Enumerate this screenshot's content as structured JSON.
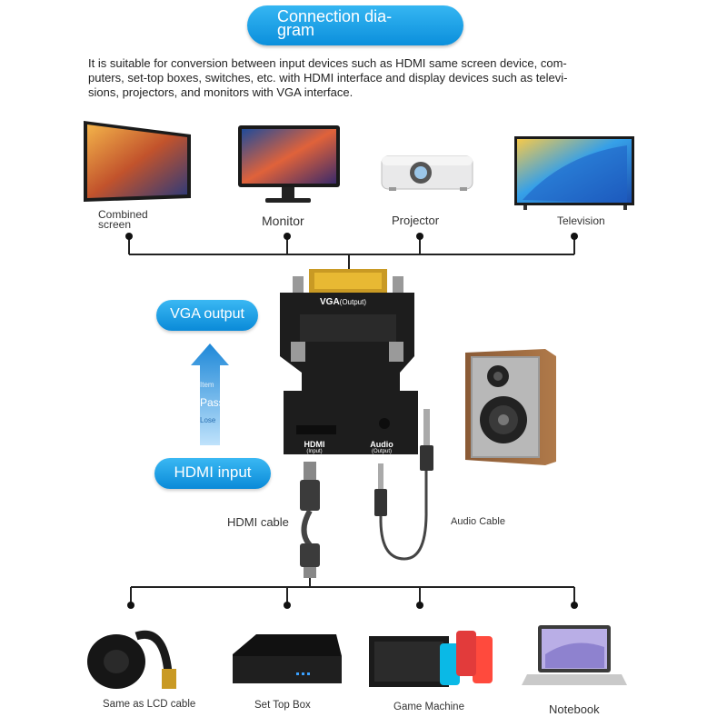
{
  "header": {
    "title": "Connection dia-\ngram",
    "description": "It is suitable for conversion between input devices such as HDMI same screen device, com-\nputers, set-top boxes, switches, etc. with HDMI interface and display devices such as televi-\nsions, projectors, and monitors with VGA interface."
  },
  "outputs": [
    {
      "label": "Combined\nscreen"
    },
    {
      "label": "Monitor"
    },
    {
      "label": "Projector"
    },
    {
      "label": "Television"
    }
  ],
  "adapter": {
    "vga_label": "VGA",
    "vga_sub": "(Output)",
    "hdmi_label": "HDMI",
    "hdmi_sub": "(Input)",
    "audio_label": "Audio",
    "audio_sub": "(Output)"
  },
  "badges": {
    "vga_output": "VGA output",
    "hdmi_input": "HDMI input"
  },
  "arrow": {
    "top": "Item",
    "middle": "Pass",
    "bottom": "Lose"
  },
  "cables": {
    "hdmi": "HDMI cable",
    "audio": "Audio Cable"
  },
  "inputs": [
    {
      "label": "Same as LCD cable"
    },
    {
      "label": "Set Top Box"
    },
    {
      "label": "Game Machine"
    },
    {
      "label": "Notebook"
    }
  ],
  "colors": {
    "accent": "#0b8fdc",
    "adapter": "#1a1a1a",
    "gold": "#d9a520"
  }
}
